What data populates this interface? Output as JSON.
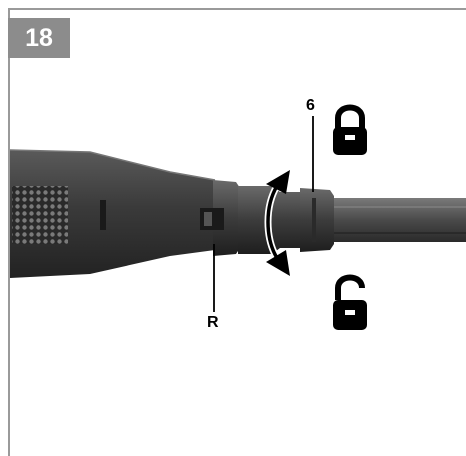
{
  "figure": {
    "number": "18",
    "callouts": {
      "lock_ring": "6",
      "release": "R"
    }
  },
  "icons": {
    "locked": "padlock-closed-icon",
    "unlocked": "padlock-open-icon",
    "rotation": "double-arrow-rotate-icon"
  },
  "colors": {
    "label_bg": "#8c8c8c",
    "tool_body": "#3a3a3a",
    "tool_dark": "#1f1f1f",
    "line": "#000000"
  }
}
